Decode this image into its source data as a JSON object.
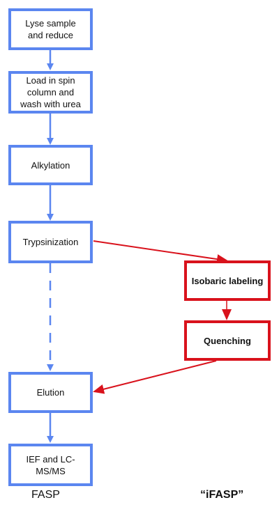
{
  "colors": {
    "fasp": "#5b86f0",
    "ifasp": "#d9121c"
  },
  "fasp_steps": [
    "Lyse sample and reduce",
    "Load in spin column and wash with urea",
    "Alkylation",
    "Trypsinization",
    "Elution",
    "IEF and LC-MS/MS"
  ],
  "ifasp_steps": [
    "Isobaric labeling",
    "Quenching"
  ],
  "labels": {
    "fasp": "FASP",
    "ifasp": "“iFASP”"
  }
}
